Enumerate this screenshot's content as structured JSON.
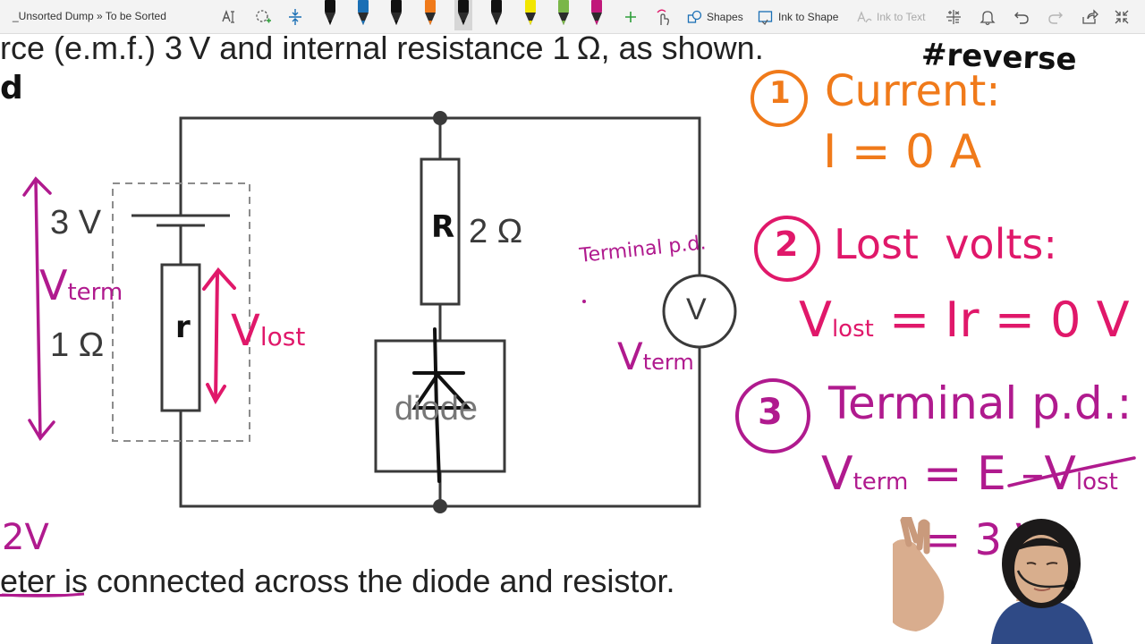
{
  "toolbar": {
    "breadcrumb": "_Unsorted Dump » To be Sorted",
    "shapes_label": "Shapes",
    "ink_to_shape_label": "Ink to Shape",
    "ink_to_text_label": "Ink to Text",
    "pens": [
      "#111111",
      "#1a6fb5",
      "#111111",
      "#f07a1a",
      "#111111",
      "#111111",
      "#f2e600",
      "#7ab648",
      "#c0187a",
      "#e0186a"
    ],
    "colors": {
      "toolbar_bg": "#f3f3f3",
      "selected_tool_bg": "#d6d6d6"
    }
  },
  "document": {
    "top_text": "rce (e.m.f.) 3 V and internal resistance 1 Ω, as shown.",
    "bottom_text_underlined": "eter ",
    "bottom_text": "is connected across the diode and resistor.",
    "circuit": {
      "emf_label": "3 V",
      "internal_r_label": "1 Ω",
      "resistor_label": "2 Ω",
      "diode_label": "diode",
      "voltmeter_label": "V"
    }
  },
  "ink": {
    "colors": {
      "orange": "#f07a1a",
      "magenta": "#e0186a",
      "purple": "#b01a8e",
      "black": "#111111"
    },
    "hashtag": "#reverse",
    "step1_num": "1",
    "step1_title": "Current:",
    "step1_eq": "I = 0 A",
    "step2_num": "2",
    "step2_title": "Lost  volts:",
    "step2_eq_lhs": "V",
    "step2_eq_sub": "lost",
    "step2_eq_rhs": "= Ir = 0 V",
    "step3_num": "3",
    "step3_title": "Terminal p.d.:",
    "step3_eq_lhs": "V",
    "step3_eq_sub": "term",
    "step3_eq_mid": "= E –",
    "step3_struck_v": "V",
    "step3_struck_sub": "lost",
    "step3_eq2": "= 3 V",
    "cell_r": "r",
    "resistor_R": "R",
    "v_lost_main": "V",
    "v_lost_sub": "lost",
    "v_term_left_main": "V",
    "v_term_left_sub": "term",
    "v_term_right_main": "V",
    "v_term_right_sub": "term",
    "terminal_pd_note": "Terminal p.d.",
    "left_2v": "2V",
    "top_left_mark": "d"
  }
}
